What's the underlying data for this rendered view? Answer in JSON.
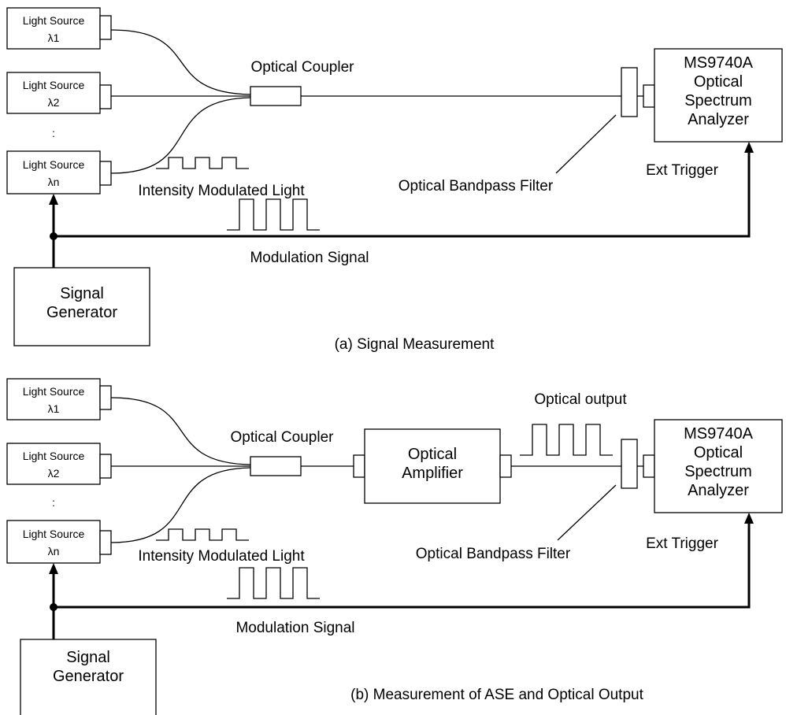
{
  "light_source_label": "Light Source",
  "lambda_1": "λ1",
  "lambda_2": "λ2",
  "lambda_n": "λn",
  "ellipsis": ":",
  "optical_coupler": "Optical Coupler",
  "intensity_modulated_light": "Intensity Modulated Light",
  "modulation_signal": "Modulation Signal",
  "signal_generator": [
    "Signal",
    "Generator"
  ],
  "bandpass_filter": "Optical Bandpass Filter",
  "analyzer": [
    "MS9740A",
    "Optical",
    "Spectrum",
    "Analyzer"
  ],
  "ext_trigger": "Ext Trigger",
  "optical_amplifier": [
    "Optical",
    "Amplifier"
  ],
  "optical_output": "Optical output",
  "caption_a": "(a) Signal Measurement",
  "caption_b": "(b) Measurement of ASE and Optical Output"
}
